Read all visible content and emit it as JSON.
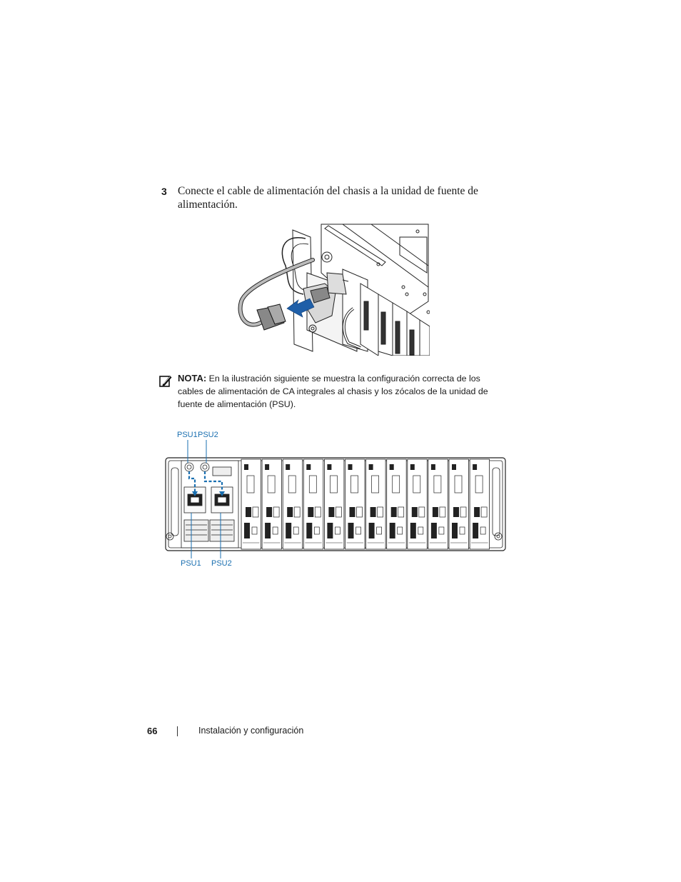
{
  "step": {
    "number": "3",
    "text": "Conecte el cable de alimentación del chasis a la unidad de fuente de alimentación."
  },
  "note": {
    "icon": "note-pencil-icon",
    "label": "NOTA:",
    "text": "En la ilustración siguiente se muestra la configuración correcta de los cables de alimentación de CA integrales al chasis y los zócalos de la unidad de fuente de alimentación (PSU)."
  },
  "figure2": {
    "label_top_psu1": "PSU1",
    "label_top_psu2": "PSU2",
    "label_bottom_psu1": "PSU1",
    "label_bottom_psu2": "PSU2",
    "accent_color": "#1a6fb0"
  },
  "footer": {
    "page_number": "66",
    "section_title": "Instalación y configuración"
  }
}
